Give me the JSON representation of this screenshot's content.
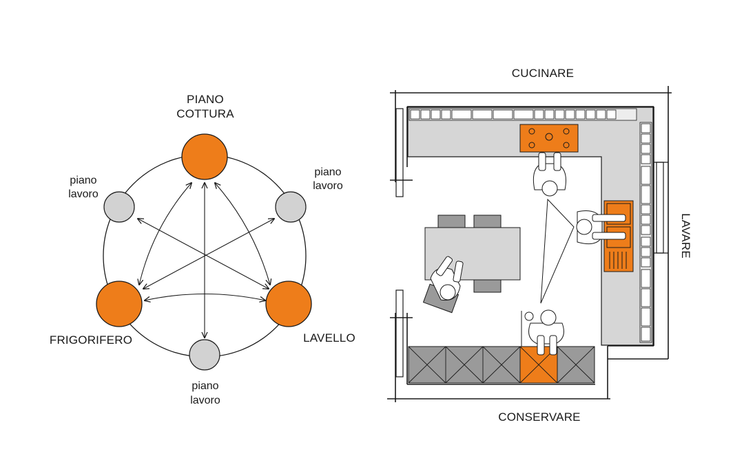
{
  "colors": {
    "accent": "#EE7D1A",
    "secondary_node": "#D2D2D2",
    "counter": "#D6D6D6",
    "cabinet": "#9A9A9A",
    "line": "#1A1A1A"
  },
  "triangle_diagram": {
    "main_nodes": {
      "cooktop": [
        "PIANO",
        "COTTURA"
      ],
      "fridge": "FRIGORIFERO",
      "sink": "LAVELLO"
    },
    "work_surfaces": {
      "left": [
        "piano",
        "lavoro"
      ],
      "right": [
        "piano",
        "lavoro"
      ],
      "bottom": [
        "piano",
        "lavoro"
      ]
    }
  },
  "floor_plan": {
    "zones": {
      "top": "CUCINARE",
      "right": "LAVARE",
      "bottom": "CONSERVARE"
    }
  }
}
